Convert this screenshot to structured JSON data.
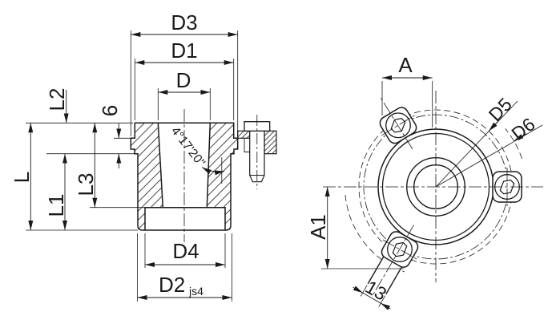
{
  "drawing": {
    "kind": "technical-drawing-flange-bushing",
    "colors": {
      "ink": "#1a1a1a",
      "paper": "#ffffff"
    },
    "section_view": {
      "diameters": {
        "d3": "D3",
        "d1": "D1",
        "d": "D",
        "d4": "D4",
        "d2": "D2",
        "d2_tolerance": "js4"
      },
      "lengths": {
        "l": "L",
        "l1": "L1",
        "l2": "L2",
        "l3": "L3",
        "groove": "6"
      },
      "taper_angle": "4°17'20''"
    },
    "front_view": {
      "dims": {
        "a": "A",
        "a1": "A1",
        "lug_width": "13",
        "d5": "D5",
        "d6": "D6"
      }
    }
  }
}
